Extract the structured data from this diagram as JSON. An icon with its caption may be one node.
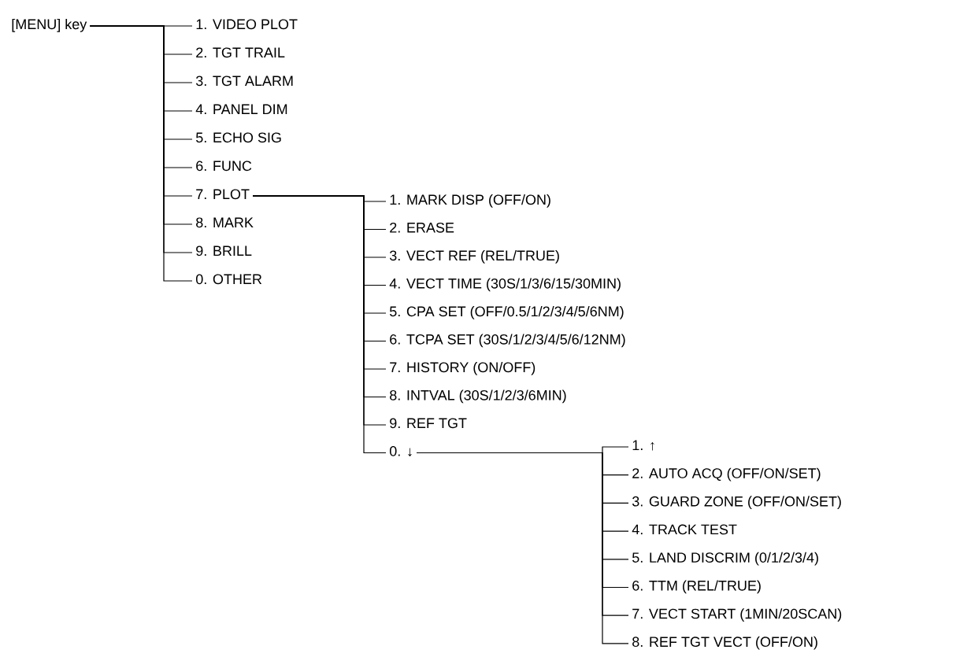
{
  "diagram": {
    "nodes": [
      {
        "text": [
          "[MENU] key"
        ]
      },
      {
        "text": [
          "1. VIDEO PLOT"
        ]
      },
      {
        "text": [
          "2. TGT TRAIL"
        ]
      },
      {
        "text": [
          "3. TGT ALARM"
        ]
      },
      {
        "text": [
          "4. PANEL DIM"
        ]
      },
      {
        "text": [
          "5. ECHO SIG"
        ]
      },
      {
        "text": [
          "6. FUNC"
        ]
      },
      {
        "text": [
          "7. PLOT"
        ]
      },
      {
        "text": [
          "8. MARK"
        ]
      },
      {
        "text": [
          "9. BRILL"
        ]
      },
      {
        "text": [
          "0. OTHER"
        ]
      },
      {
        "text": [
          "1. MARK DISP (OFF/ON)"
        ]
      },
      {
        "text": [
          "2. ERASE"
        ]
      },
      {
        "text": [
          "3. VECT REF (REL/TRUE)"
        ]
      },
      {
        "text": [
          "4. VECT TIME (30S/1/3/6/15/30MIN)"
        ]
      },
      {
        "text": [
          "5. CPA SET (OFF/0.5/1/2/3/4/5/6NM)"
        ]
      },
      {
        "text": [
          "6. TCPA SET (30S/1/2/3/4/5/6/12NM)"
        ]
      },
      {
        "text": [
          "7. HISTORY (ON/OFF)"
        ]
      },
      {
        "text": [
          "8. INTVAL (30S/1/2/3/6MIN)"
        ]
      },
      {
        "text": [
          "9. REF TGT"
        ]
      },
      {
        "text": [
          "0. ↓"
        ]
      },
      {
        "text": [
          "1. ↑"
        ]
      },
      {
        "text": [
          "2. AUTO ACQ (OFF/ON/SET)"
        ]
      },
      {
        "text": [
          "3. GUARD ZONE (OFF/ON/SET)"
        ]
      },
      {
        "text": [
          "4. TRACK TEST"
        ]
      },
      {
        "text": [
          "5. LAND DISCRIM (0/1/2/3/4)"
        ]
      },
      {
        "text": [
          "6. TTM (REL/TRUE)"
        ]
      },
      {
        "text": [
          "7. VECT START (1MIN/20SCAN)"
        ]
      },
      {
        "text": [
          "8. REF TGT VECT (OFF/ON)"
        ]
      }
    ],
    "edges": [
      {
        "from": 0,
        "to": 1,
        "arrow": "none"
      },
      {
        "from": 0,
        "to": 2,
        "arrow": "none"
      },
      {
        "from": 0,
        "to": 3,
        "arrow": "none"
      },
      {
        "from": 0,
        "to": 4,
        "arrow": "none"
      },
      {
        "from": 0,
        "to": 5,
        "arrow": "none"
      },
      {
        "from": 0,
        "to": 6,
        "arrow": "none"
      },
      {
        "from": 0,
        "to": 7,
        "arrow": "none"
      },
      {
        "from": 0,
        "to": 8,
        "arrow": "none"
      },
      {
        "from": 0,
        "to": 9,
        "arrow": "none"
      },
      {
        "from": 0,
        "to": 10,
        "arrow": "none"
      },
      {
        "from": 7,
        "to": 11,
        "arrow": "none"
      },
      {
        "from": 7,
        "to": 12,
        "arrow": "none"
      },
      {
        "from": 7,
        "to": 13,
        "arrow": "none"
      },
      {
        "from": 7,
        "to": 14,
        "arrow": "none"
      },
      {
        "from": 7,
        "to": 15,
        "arrow": "none"
      },
      {
        "from": 7,
        "to": 16,
        "arrow": "none"
      },
      {
        "from": 7,
        "to": 17,
        "arrow": "none"
      },
      {
        "from": 7,
        "to": 18,
        "arrow": "none"
      },
      {
        "from": 7,
        "to": 19,
        "arrow": "none"
      },
      {
        "from": 7,
        "to": 20,
        "arrow": "none"
      },
      {
        "from": 20,
        "to": 21,
        "arrow": "none"
      },
      {
        "from": 20,
        "to": 22,
        "arrow": "none"
      },
      {
        "from": 20,
        "to": 23,
        "arrow": "none"
      },
      {
        "from": 20,
        "to": 24,
        "arrow": "none"
      },
      {
        "from": 20,
        "to": 25,
        "arrow": "none"
      },
      {
        "from": 20,
        "to": 26,
        "arrow": "none"
      },
      {
        "from": 20,
        "to": 27,
        "arrow": "none"
      },
      {
        "from": 20,
        "to": 28,
        "arrow": "none"
      }
    ]
  }
}
